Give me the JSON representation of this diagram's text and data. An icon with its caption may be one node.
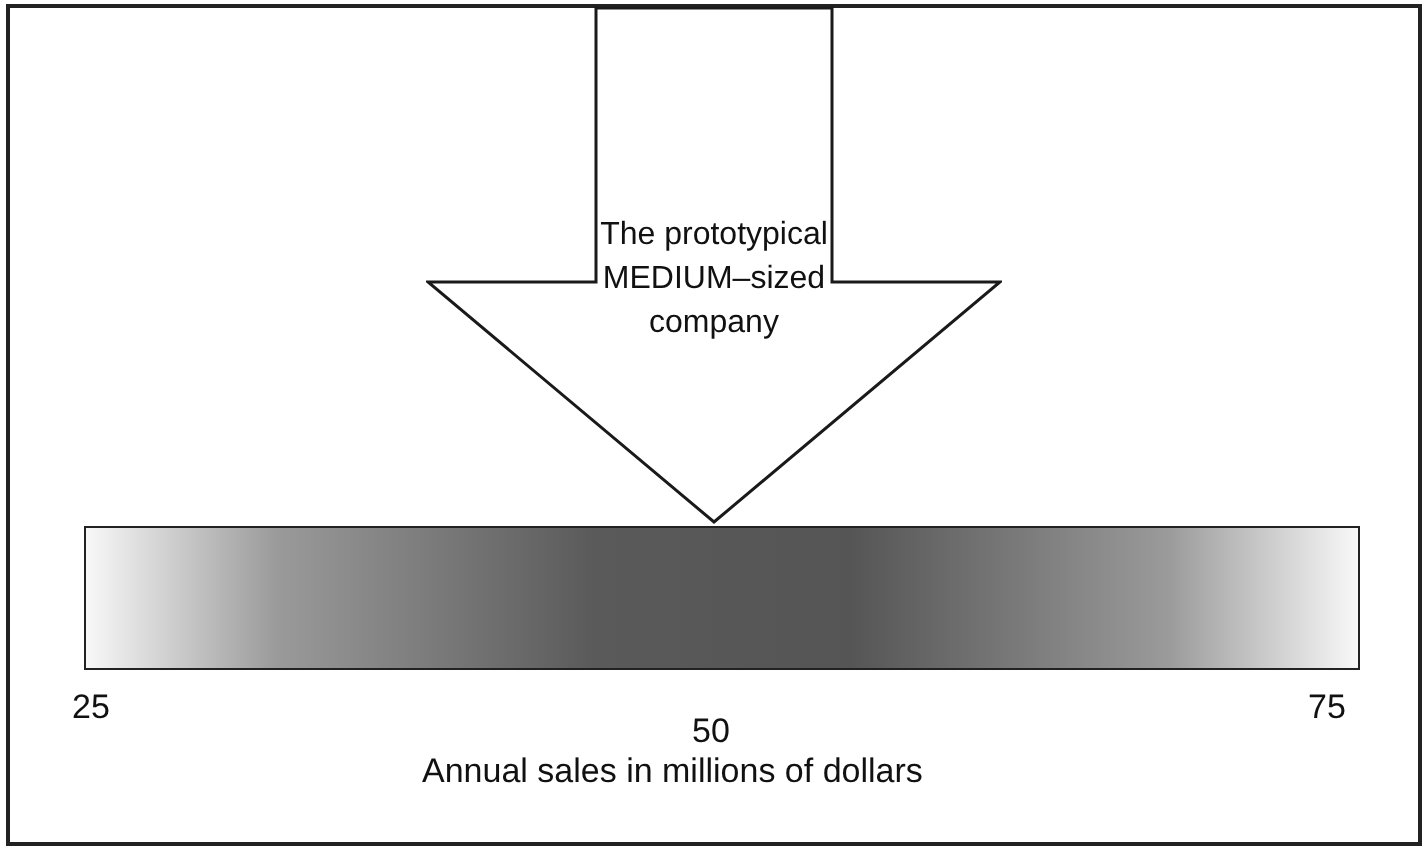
{
  "diagram": {
    "nodes": [
      {
        "text": [
          "The prototypical MEDIUM–sized company"
        ]
      },
      {
        "text": [],
        "shape": "bar"
      }
    ],
    "labels": [
      "25",
      "50",
      "75",
      "Annual sales in millions of dollars"
    ]
  }
}
